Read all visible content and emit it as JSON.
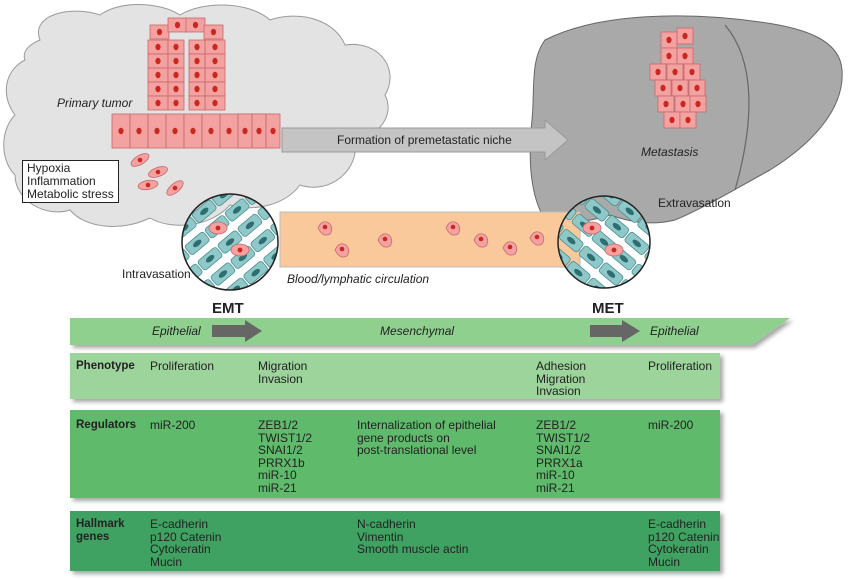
{
  "labels": {
    "primary_tumor": "Primary tumor",
    "metastasis": "Metastasis",
    "niche_arrow": "Formation of premetastatic niche",
    "extravasation": "Extravasation",
    "intravasation": "Intravasation",
    "circulation": "Blood/lymphatic circulation",
    "emt": "EMT",
    "met": "MET"
  },
  "stress_box": [
    "Hypoxia",
    "Inflammation",
    "Metabolic stress"
  ],
  "state_bar": {
    "left": "Epithelial",
    "middle": "Mesenchymal",
    "right": "Epithelial"
  },
  "rows": {
    "phenotype": {
      "header": [
        "Phenotype"
      ],
      "col1": [
        "Proliferation"
      ],
      "col2": [
        "Migration",
        "Invasion"
      ],
      "col3": [],
      "col4": [
        "Adhesion",
        "Migration",
        "Invasion"
      ],
      "col5": [
        "Proliferation"
      ]
    },
    "regulators": {
      "header": [
        "Regulators"
      ],
      "col1": [
        "miR-200"
      ],
      "col2": [
        "ZEB1/2",
        "TWIST1/2",
        "SNAI1/2",
        "PRRX1b",
        "miR-10",
        "miR-21"
      ],
      "col3": [
        "Internalization of epithelial",
        "gene products on",
        "post-translational level"
      ],
      "col4": [
        "ZEB1/2",
        "TWIST1/2",
        "SNAI1/2",
        "PRRX1a",
        "miR-10",
        "miR-21"
      ],
      "col5": [
        "miR-200"
      ]
    },
    "hallmark": {
      "header": [
        "Hallmark",
        "genes"
      ],
      "col1": [
        "E-cadherin",
        "p120 Catenin",
        "Cytokeratin",
        "Mucin"
      ],
      "col2": [],
      "col3": [
        "N-cadherin",
        "Vimentin",
        "Smooth muscle actin"
      ],
      "col4": [],
      "col5": [
        "E-cadherin",
        "p120 Catenin",
        "Cytokeratin",
        "Mucin"
      ]
    }
  },
  "colors": {
    "tumor_fill": "#e3e3e3",
    "liver_fill": "#a9a9a9",
    "cell_fill": "#f4a1a1",
    "nucleus": "#c8281e",
    "vessel_cell": "#8fc8c8",
    "vessel_nucleus": "#2f6e70",
    "circulation": "#f9c99b",
    "state_bar": "#8fd08f",
    "phenotype_panel": "#9dd49b",
    "regulators_panel": "#5fba6c",
    "hallmark_panel": "#3fa262",
    "arrow_gray": "#c4c4c4",
    "arrow_dark": "#666666"
  }
}
